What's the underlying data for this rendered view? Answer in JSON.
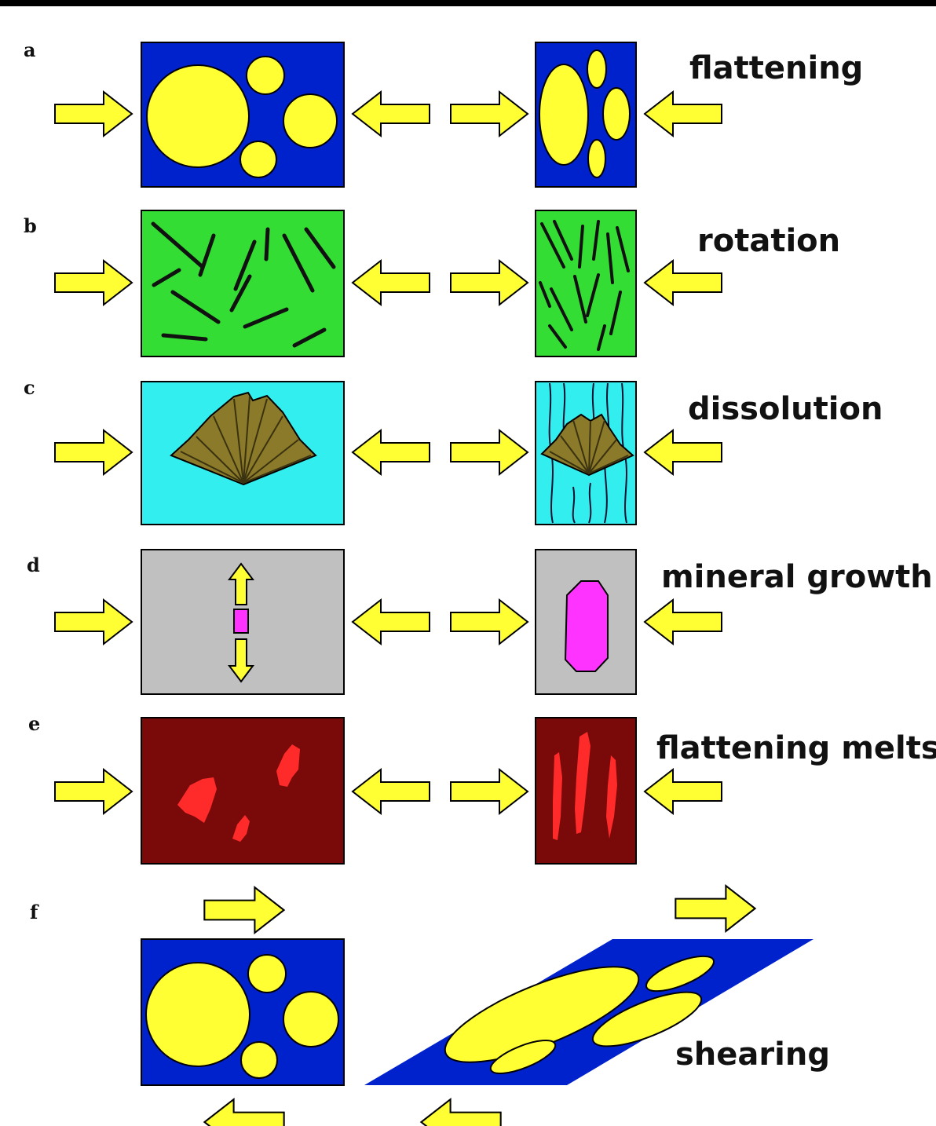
{
  "panels": [
    {
      "letter": "a",
      "title": "flattening"
    },
    {
      "letter": "b",
      "title": "rotation"
    },
    {
      "letter": "c",
      "title": "dissolution"
    },
    {
      "letter": "d",
      "title": "mineral growth"
    },
    {
      "letter": "e",
      "title": "flattening melts"
    },
    {
      "letter": "f",
      "title": "shearing"
    }
  ],
  "colors": {
    "arrow_fill": "#ffff33",
    "outline": "#000000",
    "blue": "#0022cc",
    "green": "#33dd33",
    "cyan": "#33eeee",
    "grey": "#c0c0c0",
    "maroon": "#7a0a0a",
    "melt_red": "#ff2a2a",
    "crystal": "#8a7a2a",
    "magenta": "#ff33ff"
  }
}
